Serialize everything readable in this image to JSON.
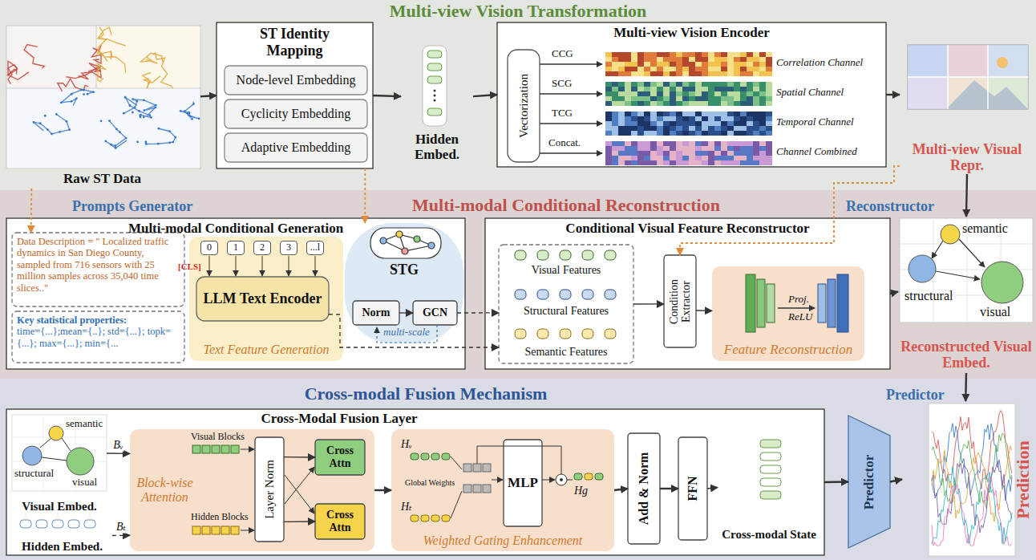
{
  "diagram": {
    "nodes": [
      {
        "text": [
          "Multi-view Vision Transformation"
        ]
      },
      {
        "text": [
          "Raw ST Data"
        ],
        "in": 0
      },
      {
        "text": [
          "ST Identity Mapping"
        ],
        "in": 0
      },
      {
        "text": [
          "Node-level Embedding"
        ],
        "in": 2
      },
      {
        "text": [
          "Cyclicity Embedding"
        ],
        "in": 2
      },
      {
        "text": [
          "Adaptive Embedding"
        ],
        "in": 2
      },
      {
        "text": [
          "Hidden Embed."
        ],
        "in": 0
      },
      {
        "text": [
          "Multi-view Vision Encoder"
        ],
        "in": 0
      },
      {
        "text": [
          "Vectorization"
        ],
        "in": 7
      },
      {
        "text": [
          "Multi-view Visual Repr."
        ],
        "in": 0
      },
      {
        "text": [
          "Multi-modal Conditional Reconstruction"
        ]
      },
      {
        "text": [
          "Multi-modal Conditional Generation"
        ],
        "in": 10
      },
      {
        "text": [
          "Data Description = \" Localized traffic dynamics in San Diego County, sampled from 716 sensors with 25 million samples across 35,040 time slices..\""
        ],
        "in": 11
      },
      {
        "text": [
          "Key statistical properties:",
          "time={...};mean={..}; std={...}; topk={...}; max={...}; min={..."
        ],
        "in": 11
      },
      {
        "text": [
          "Text Feature Generation"
        ],
        "in": 11
      },
      {
        "text": [
          "LLM Text Encoder"
        ],
        "in": 14
      },
      {
        "text": [
          "STG"
        ],
        "in": 11
      },
      {
        "text": [
          "Norm"
        ],
        "in": 16
      },
      {
        "text": [
          "GCN"
        ],
        "in": 16
      },
      {
        "text": [
          "Conditional Visual Feature Reconstructor"
        ],
        "in": 10
      },
      {
        "text": [
          "Visual Features",
          "Structural Features",
          "Semantic Features"
        ],
        "in": 19
      },
      {
        "text": [
          "Condition Extractor"
        ],
        "in": 19
      },
      {
        "text": [
          "Feature Reconstruction"
        ],
        "in": 19
      },
      {
        "text": [
          "Reconstructed Visual Embed."
        ],
        "in": 10
      },
      {
        "text": [
          "Cross-modal Fusion Mechanism"
        ]
      },
      {
        "text": [
          "Cross-Modal Fusion Layer"
        ],
        "in": 24
      },
      {
        "text": [
          "Visual Embed."
        ],
        "in": 25
      },
      {
        "text": [
          "Hidden Embed."
        ],
        "in": 25
      },
      {
        "text": [
          "Block-wise Attention"
        ],
        "in": 25
      },
      {
        "text": [
          "Layer Norm"
        ],
        "in": 28
      },
      {
        "text": [
          "Cross Attn"
        ],
        "in": 28
      },
      {
        "text": [
          "Cross Attn"
        ],
        "in": 28
      },
      {
        "text": [
          "Weighted Gating Enhancement"
        ],
        "in": 25
      },
      {
        "text": [
          "MLP"
        ],
        "in": 32
      },
      {
        "text": [
          "Add & Norm"
        ],
        "in": 25
      },
      {
        "text": [
          "FFN"
        ],
        "in": 25
      },
      {
        "text": [
          "Cross-modal State"
        ],
        "in": 25
      },
      {
        "text": [
          "Predictor"
        ],
        "in": 24
      },
      {
        "text": [
          "Prediction"
        ],
        "in": 24
      }
    ],
    "edges": [
      {
        "from": 1,
        "to": 2,
        "arrow": "to"
      },
      {
        "from": 2,
        "to": 6,
        "arrow": "to"
      },
      {
        "from": 6,
        "to": 7,
        "arrow": "to"
      },
      {
        "from": 7,
        "to": 9,
        "arrow": "to"
      },
      {
        "from": 9,
        "to": 23,
        "arrow": "to"
      },
      {
        "from": 1,
        "to": 12,
        "arrow": "to"
      },
      {
        "from": 2,
        "to": 16,
        "arrow": "to"
      },
      {
        "from": 9,
        "to": 21,
        "arrow": "to"
      },
      {
        "from": 15,
        "to": 20,
        "arrow": "to"
      },
      {
        "from": 18,
        "to": 20,
        "arrow": "to"
      },
      {
        "from": 20,
        "to": 21,
        "arrow": "to"
      },
      {
        "from": 21,
        "to": 22,
        "arrow": "to"
      },
      {
        "from": 19,
        "to": 23,
        "arrow": "to"
      },
      {
        "from": 23,
        "to": 38,
        "arrow": "to"
      },
      {
        "from": 26,
        "to": 28,
        "label": "Bᵥ",
        "arrow": "to"
      },
      {
        "from": 27,
        "to": 28,
        "label": "Bₜ",
        "arrow": "to"
      },
      {
        "from": 29,
        "to": 30,
        "arrow": "to"
      },
      {
        "from": 29,
        "to": 31,
        "arrow": "to"
      },
      {
        "from": 28,
        "to": 32,
        "arrow": "to"
      },
      {
        "from": 32,
        "to": 34,
        "arrow": "to"
      },
      {
        "from": 34,
        "to": 35,
        "arrow": "to"
      },
      {
        "from": 35,
        "to": 36,
        "arrow": "to"
      },
      {
        "from": 25,
        "to": 37,
        "arrow": "to"
      },
      {
        "from": 37,
        "to": 38,
        "arrow": "to"
      },
      {
        "from": 17,
        "to": 18,
        "arrow": "to"
      }
    ],
    "labels": [
      "Prompts Generator",
      "Reconstructor",
      "Predictor",
      "CCG",
      "SCG",
      "TCG",
      "Concat.",
      "Correlation Channel",
      "Spatial Channel",
      "Temporal Channel",
      "Channel Combined",
      "0",
      "1",
      "2",
      "3",
      "...l",
      "[CLS]",
      "multi-scale",
      "Proj.",
      "ReLU",
      "semantic",
      "structural",
      "visual",
      "Visual Blocks",
      "Hidden Blocks",
      "Hᵥ",
      "Hₜ",
      "Global Weights",
      "Hg",
      "semantic",
      "structural",
      "visual"
    ]
  }
}
